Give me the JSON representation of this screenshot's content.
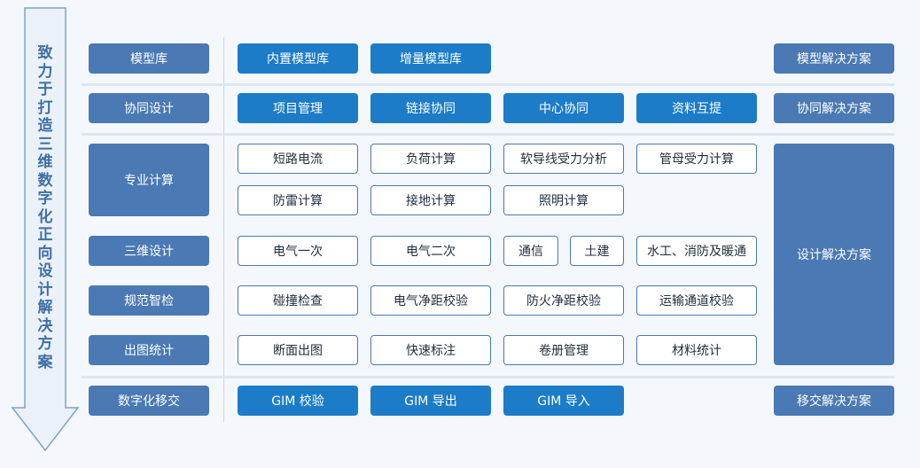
{
  "arrow_text": [
    "致",
    "力",
    "于",
    "打",
    "造",
    "三",
    "维",
    "数",
    "字",
    "化",
    "正",
    "向",
    "设",
    "计",
    "解",
    "决",
    "方",
    "案"
  ],
  "rows": {
    "model": {
      "category": "模型库",
      "items": [
        "内置模型库",
        "增量模型库"
      ],
      "solution": "模型解决方案"
    },
    "collab": {
      "category": "协同设计",
      "items": [
        "项目管理",
        "链接协同",
        "中心协同",
        "资料互提"
      ],
      "solution": "协同解决方案"
    },
    "design": {
      "categories": [
        "专业计算",
        "三维设计",
        "规范智检",
        "出图统计"
      ],
      "calc": [
        "短路电流",
        "负荷计算",
        "软导线受力分析",
        "管母受力计算",
        "防雷计算",
        "接地计算",
        "照明计算"
      ],
      "three_d": [
        "电气一次",
        "电气二次",
        "通信",
        "土建",
        "水工、消防及暖通"
      ],
      "check": [
        "碰撞检查",
        "电气净距校验",
        "防火净距校验",
        "运输通道校验"
      ],
      "drawing": [
        "断面出图",
        "快速标注",
        "卷册管理",
        "材料统计"
      ],
      "solution": "设计解决方案"
    },
    "digital": {
      "category": "数字化移交",
      "items": [
        "GIM 校验",
        "GIM 导出",
        "GIM 导入"
      ],
      "solution": "移交解决方案"
    }
  },
  "colors": {
    "category": "#4a79b3",
    "primary_item": "#1c7cc8",
    "arrow_text": "#3f6fa6",
    "background": "#f4f7fb"
  }
}
